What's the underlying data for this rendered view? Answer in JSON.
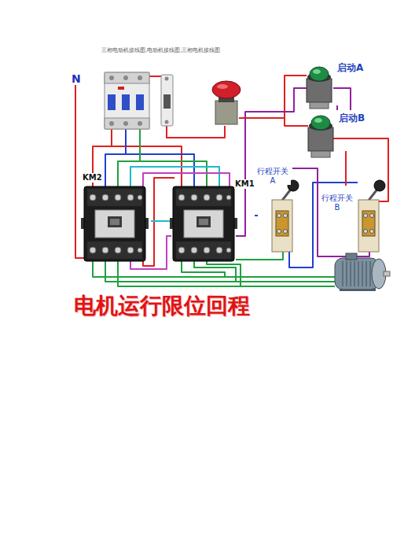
{
  "diagram": {
    "title": "三相电动机接线图,电动机接线图,三相电机接线图",
    "caption": "电机运行限位回程",
    "nodes": [
      {
        "text": [
          "启动A"
        ]
      },
      {
        "text": [
          "启动B"
        ]
      },
      {
        "text": [
          "KM2"
        ]
      },
      {
        "text": [
          "KM1"
        ]
      },
      {
        "text": [
          "行程开关 A"
        ]
      },
      {
        "text": [
          "行程开关 B"
        ]
      }
    ],
    "edges": [
      {
        "from": 0,
        "to": 1,
        "arrow": "none"
      },
      {
        "from": 2,
        "to": 3,
        "arrow": "none"
      },
      {
        "from": 4,
        "to": 3,
        "arrow": "none"
      },
      {
        "from": 5,
        "to": 1,
        "arrow": "none"
      }
    ],
    "labels": [
      "N"
    ]
  }
}
